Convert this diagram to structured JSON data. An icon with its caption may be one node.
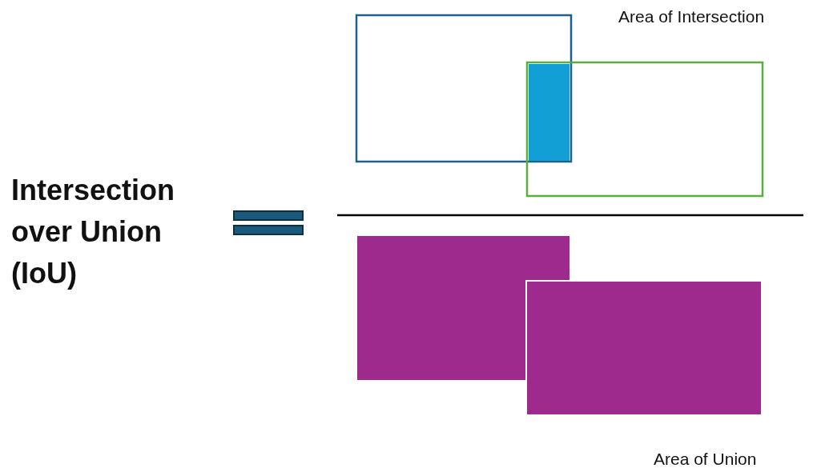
{
  "diagram": {
    "labels": [
      "Intersection over Union (IoU)",
      "Area of Intersection",
      "Area of Union"
    ]
  }
}
